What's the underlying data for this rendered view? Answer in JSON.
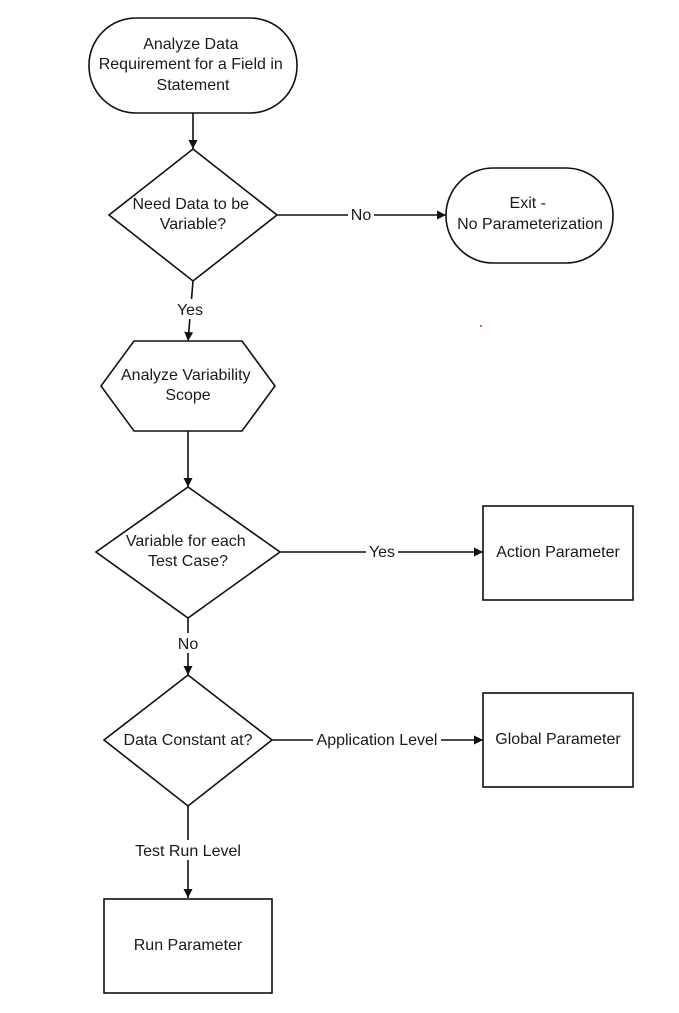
{
  "diagram": {
    "type": "flowchart",
    "nodes": {
      "start": {
        "shape": "terminator",
        "lines": [
          "Analyze Data",
          "Requirement for a Field in",
          "Statement"
        ]
      },
      "need_variable": {
        "shape": "decision",
        "lines": [
          "Need Data to be",
          "Variable?"
        ]
      },
      "exit": {
        "shape": "terminator",
        "lines": [
          "Exit -",
          "No Parameterization"
        ]
      },
      "analyze_scope": {
        "shape": "preparation",
        "lines": [
          "Analyze Variability",
          "Scope"
        ]
      },
      "each_test_case": {
        "shape": "decision",
        "lines": [
          "Variable for each",
          "Test Case?"
        ]
      },
      "action_param": {
        "shape": "process",
        "lines": [
          "Action Parameter"
        ]
      },
      "constant_at": {
        "shape": "decision",
        "lines": [
          "Data Constant at?"
        ]
      },
      "global_param": {
        "shape": "process",
        "lines": [
          "Global Parameter"
        ]
      },
      "run_param": {
        "shape": "process",
        "lines": [
          "Run Parameter"
        ]
      }
    },
    "edges": [
      {
        "id": "start-to-need",
        "from": "start",
        "to": "need_variable",
        "label": ""
      },
      {
        "id": "need-to-exit",
        "from": "need_variable",
        "to": "exit",
        "label": "No"
      },
      {
        "id": "need-to-scope",
        "from": "need_variable",
        "to": "analyze_scope",
        "label": "Yes"
      },
      {
        "id": "scope-to-each",
        "from": "analyze_scope",
        "to": "each_test_case",
        "label": ""
      },
      {
        "id": "each-to-action",
        "from": "each_test_case",
        "to": "action_param",
        "label": "Yes"
      },
      {
        "id": "each-to-constant",
        "from": "each_test_case",
        "to": "constant_at",
        "label": "No"
      },
      {
        "id": "constant-to-global",
        "from": "constant_at",
        "to": "global_param",
        "label": "Application Level"
      },
      {
        "id": "constant-to-run",
        "from": "constant_at",
        "to": "run_param",
        "label": "Test Run Level"
      }
    ],
    "colors": {
      "stroke": "#111111",
      "text": "#1a1a1a",
      "fill": "#ffffff",
      "stray_dot": "#e8502a"
    }
  }
}
